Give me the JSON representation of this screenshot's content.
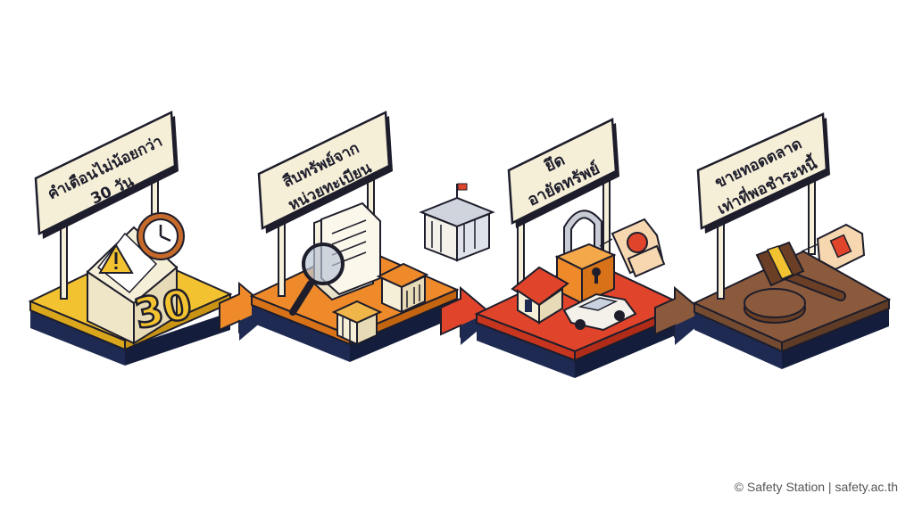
{
  "steps": [
    {
      "line1": "คำเตือนไม่น้อยกว่า",
      "line2": "30 วัน",
      "color": "#f2c230",
      "icon": "warning-envelope-clock-icon",
      "badge": "30"
    },
    {
      "line1": "สืบทรัพย์จาก",
      "line2": "หน่วยทะเบียน",
      "color": "#ee8a2a",
      "icon": "magnifier-documents-icon"
    },
    {
      "line1": "ยึด",
      "line2": "อายัดทรัพย์",
      "color": "#e0452c",
      "icon": "padlock-house-car-icon"
    },
    {
      "line1": "ขายทอดตลาด",
      "line2": "เท่าที่พอชำระหนี้",
      "color": "#8b5a3c",
      "icon": "gavel-price-tag-icon"
    }
  ],
  "credit": "© Safety Station | safety.ac.th",
  "colors": {
    "outline": "#1d1d2b",
    "sign_bg": "#f6efd8",
    "platform_side": "#1e2a52"
  }
}
